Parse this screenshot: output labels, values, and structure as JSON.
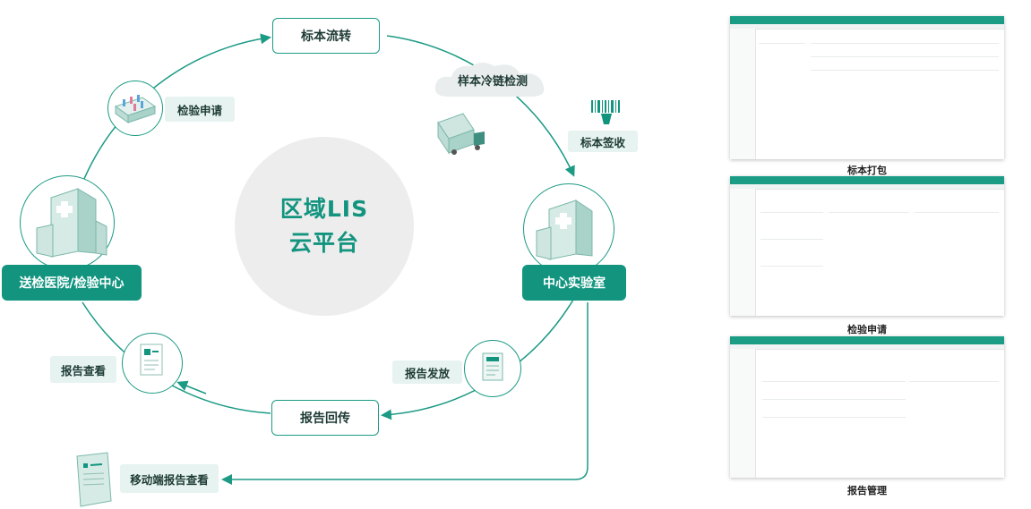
{
  "center": {
    "line1": "区域LIS",
    "line2": "云平台"
  },
  "nodes": {
    "specimen_transfer": "标本流转",
    "cold_chain": "样本冷链检测",
    "specimen_receipt": "标本签收",
    "central_lab": "中心实验室",
    "report_release": "报告发放",
    "report_return": "报告回传",
    "report_view": "报告查看",
    "submitting_hospital": "送检医院/检验中心",
    "test_application": "检验申请",
    "mobile_report_view": "移动端报告查看"
  },
  "icons": {
    "report_doc_label": "报告",
    "mobile_doc_label": "移动报告"
  },
  "screenshots": [
    {
      "caption": "标本打包"
    },
    {
      "caption": "检验申请"
    },
    {
      "caption": "报告管理"
    }
  ],
  "colors": {
    "primary": "#12947f",
    "tag_bg": "#e6f3f0",
    "center_bg": "#ededed"
  }
}
